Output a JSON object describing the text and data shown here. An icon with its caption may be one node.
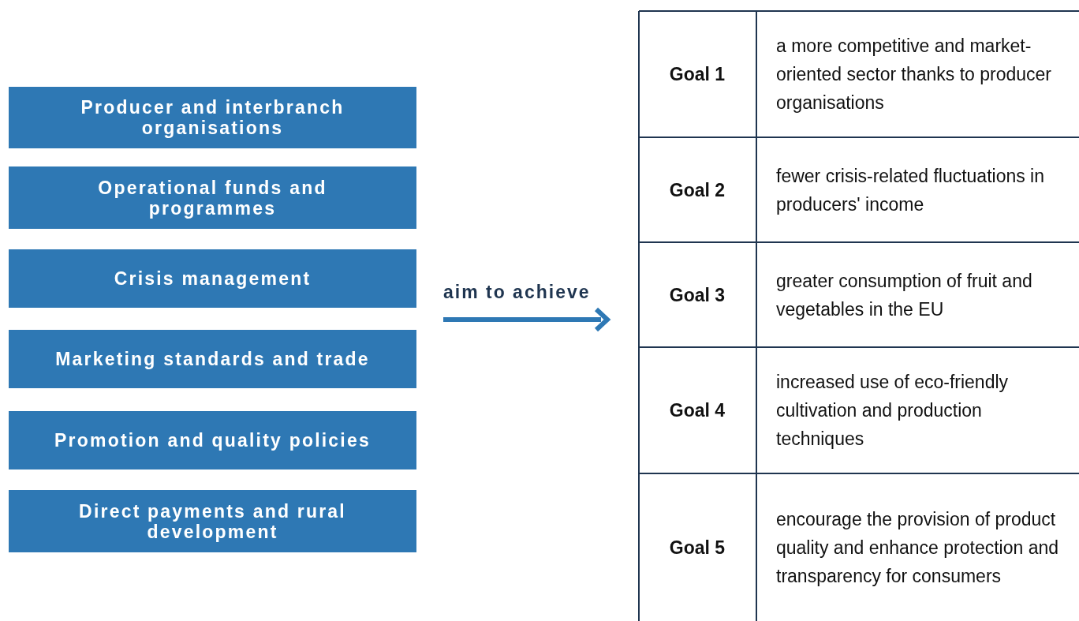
{
  "diagram": {
    "nodes": [
      {
        "text": [
          "Producer and interbranch organisations"
        ]
      },
      {
        "text": [
          "Operational funds and programmes"
        ]
      },
      {
        "text": [
          "Crisis management"
        ]
      },
      {
        "text": [
          "Marketing standards and trade"
        ]
      },
      {
        "text": [
          "Promotion and quality policies"
        ]
      },
      {
        "text": [
          "Direct payments and rural development"
        ]
      }
    ],
    "edges": [],
    "labels": [
      "aim to achieve",
      "Goal 1",
      "a more competitive and market-oriented sector thanks to producer organisations",
      "Goal 2",
      "fewer crisis-related fluctuations in producers' income",
      "Goal 3",
      "greater consumption of fruit and vegetables in the EU",
      "Goal 4",
      "increased use of eco-friendly cultivation and production techniques",
      "Goal 5",
      "encourage the provision of product quality and enhance protection and transparency for consumers"
    ]
  }
}
